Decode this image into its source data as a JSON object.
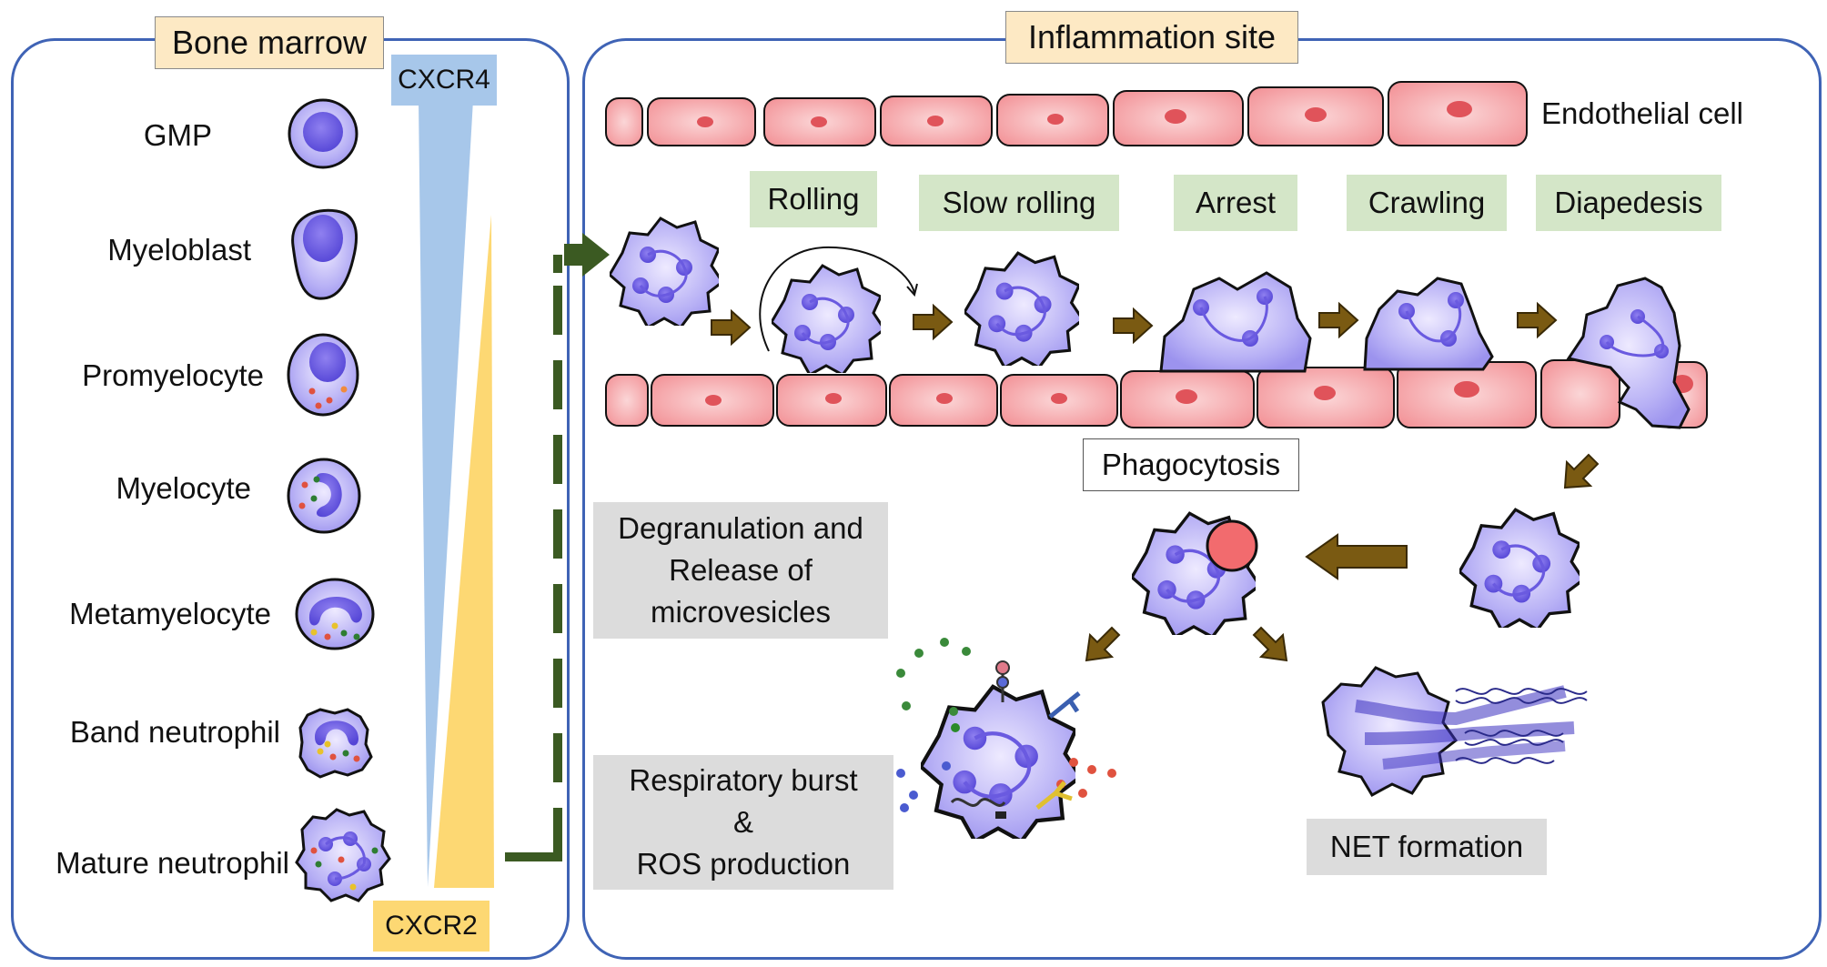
{
  "bone_marrow": {
    "title": "Bone marrow",
    "stages": [
      {
        "label": "GMP",
        "cell": "gmp-cell-icon"
      },
      {
        "label": "Myeloblast",
        "cell": "myeloblast-cell-icon"
      },
      {
        "label": "Promyelocyte",
        "cell": "promyelocyte-cell-icon"
      },
      {
        "label": "Myelocyte",
        "cell": "myelocyte-cell-icon"
      },
      {
        "label": "Metamyelocyte",
        "cell": "metamyelocyte-cell-icon"
      },
      {
        "label": "Band neutrophil",
        "cell": "band-neutrophil-cell-icon"
      },
      {
        "label": "Mature neutrophil",
        "cell": "mature-neutrophil-cell-icon"
      }
    ],
    "receptor_top": "CXCR4",
    "receptor_bottom": "CXCR2"
  },
  "inflammation_site": {
    "title": "Inflammation site",
    "endothelial_label": "Endothelial cell",
    "steps": [
      "Rolling",
      "Slow rolling",
      "Arrest",
      "Crawling",
      "Diapedesis"
    ],
    "phagocytosis": "Phagocytosis",
    "degranulation": [
      "Degranulation and",
      "Release of",
      "microvesicles"
    ],
    "respiratory": [
      "Respiratory burst",
      "&",
      "ROS production"
    ],
    "net": "NET formation"
  },
  "colors": {
    "panel_border": "#3f63b5",
    "cxcr4": "#a7c7ea",
    "cxcr2": "#fdd873",
    "step_label_bg": "#d4e6c8",
    "gray_box_bg": "#dcdcdc",
    "arrow": "#7a5a12",
    "dashed_arrow": "#3b5a22",
    "endothelium": "#f4a3a8",
    "cell": "#9f96f0"
  }
}
